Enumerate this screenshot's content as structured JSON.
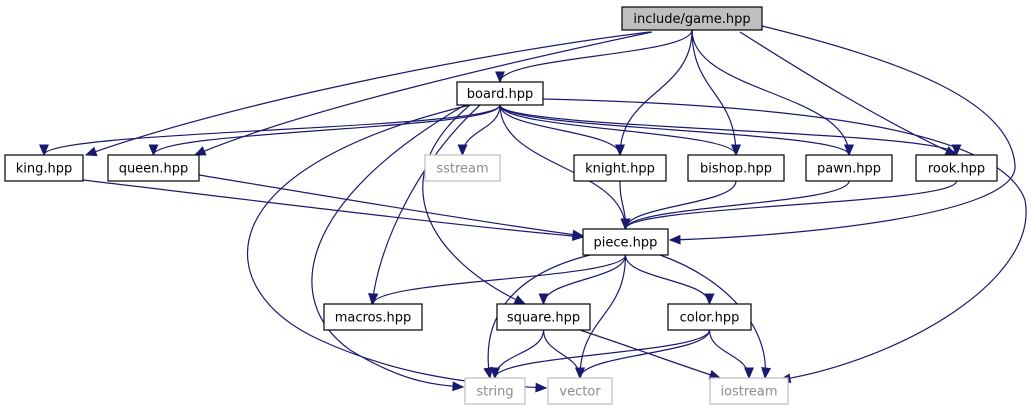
{
  "graph": {
    "nodes": [
      {
        "id": "game",
        "label": "include/game.hpp",
        "kind": "root"
      },
      {
        "id": "board",
        "label": "board.hpp",
        "kind": "local"
      },
      {
        "id": "king",
        "label": "king.hpp",
        "kind": "local"
      },
      {
        "id": "queen",
        "label": "queen.hpp",
        "kind": "local"
      },
      {
        "id": "sstream",
        "label": "sstream",
        "kind": "system"
      },
      {
        "id": "knight",
        "label": "knight.hpp",
        "kind": "local"
      },
      {
        "id": "bishop",
        "label": "bishop.hpp",
        "kind": "local"
      },
      {
        "id": "pawn",
        "label": "pawn.hpp",
        "kind": "local"
      },
      {
        "id": "rook",
        "label": "rook.hpp",
        "kind": "local"
      },
      {
        "id": "piece",
        "label": "piece.hpp",
        "kind": "local"
      },
      {
        "id": "macros",
        "label": "macros.hpp",
        "kind": "local"
      },
      {
        "id": "square",
        "label": "square.hpp",
        "kind": "local"
      },
      {
        "id": "color",
        "label": "color.hpp",
        "kind": "local"
      },
      {
        "id": "string",
        "label": "string",
        "kind": "system"
      },
      {
        "id": "vector",
        "label": "vector",
        "kind": "system"
      },
      {
        "id": "iostream",
        "label": "iostream",
        "kind": "system"
      }
    ],
    "edges": [
      [
        "game",
        "board"
      ],
      [
        "game",
        "king"
      ],
      [
        "game",
        "queen"
      ],
      [
        "game",
        "knight"
      ],
      [
        "game",
        "bishop"
      ],
      [
        "game",
        "pawn"
      ],
      [
        "game",
        "rook"
      ],
      [
        "game",
        "piece"
      ],
      [
        "board",
        "king"
      ],
      [
        "board",
        "queen"
      ],
      [
        "board",
        "sstream"
      ],
      [
        "board",
        "knight"
      ],
      [
        "board",
        "bishop"
      ],
      [
        "board",
        "pawn"
      ],
      [
        "board",
        "rook"
      ],
      [
        "board",
        "piece"
      ],
      [
        "board",
        "macros"
      ],
      [
        "board",
        "square"
      ],
      [
        "board",
        "string"
      ],
      [
        "board",
        "vector"
      ],
      [
        "board",
        "iostream"
      ],
      [
        "king",
        "piece"
      ],
      [
        "queen",
        "piece"
      ],
      [
        "knight",
        "piece"
      ],
      [
        "bishop",
        "piece"
      ],
      [
        "pawn",
        "piece"
      ],
      [
        "rook",
        "piece"
      ],
      [
        "piece",
        "macros"
      ],
      [
        "piece",
        "square"
      ],
      [
        "piece",
        "color"
      ],
      [
        "piece",
        "string"
      ],
      [
        "piece",
        "vector"
      ],
      [
        "piece",
        "iostream"
      ],
      [
        "square",
        "string"
      ],
      [
        "square",
        "vector"
      ],
      [
        "square",
        "iostream"
      ],
      [
        "color",
        "string"
      ],
      [
        "color",
        "vector"
      ],
      [
        "color",
        "iostream"
      ]
    ]
  },
  "colors": {
    "edge": "#191970",
    "root_fill": "#bfbfbf",
    "system_border": "#bfbfbf",
    "system_text": "#8c8c8c"
  }
}
